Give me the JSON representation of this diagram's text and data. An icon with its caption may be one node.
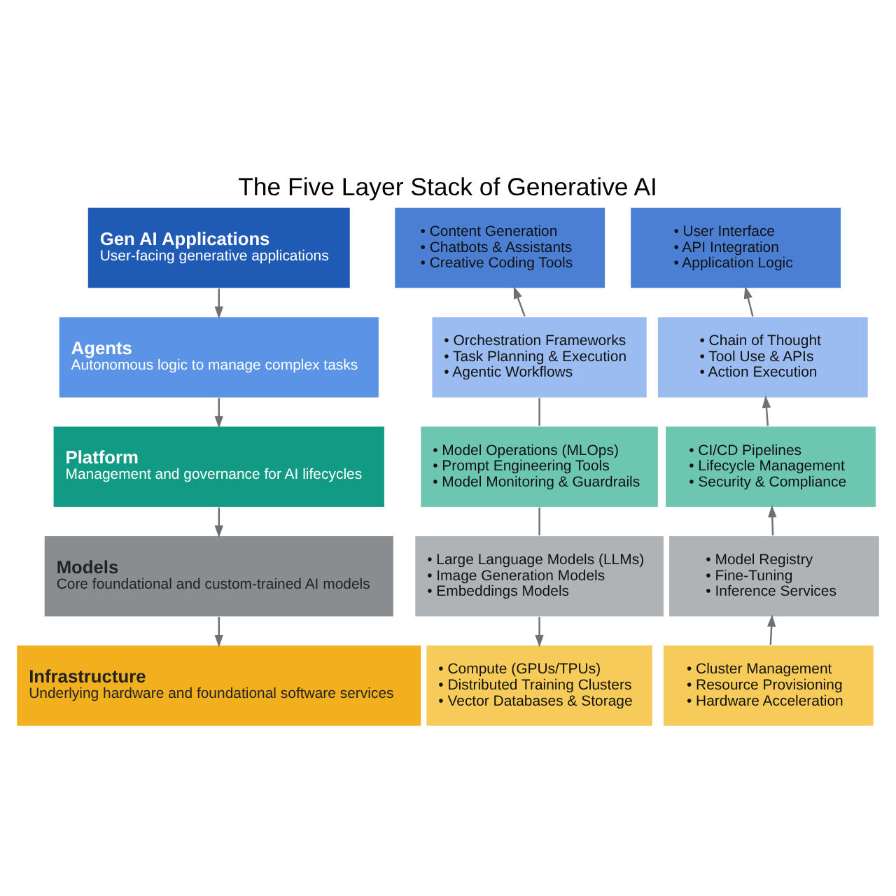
{
  "diagram": {
    "title": "The Five Layer Stack of Generative AI",
    "nodes": [
      {
        "text": [
          "Gen AI Applications",
          "User-facing generative applications"
        ]
      },
      {
        "text": [
          "• Content Generation",
          "• Chatbots & Assistants",
          "• Creative Coding Tools"
        ]
      },
      {
        "text": [
          "• User Interface",
          "• API Integration",
          "• Application Logic"
        ]
      },
      {
        "text": [
          "Agents",
          "Autonomous logic to manage complex tasks"
        ]
      },
      {
        "text": [
          "• Orchestration Frameworks",
          "• Task Planning & Execution",
          "• Agentic Workflows"
        ]
      },
      {
        "text": [
          "• Chain of Thought",
          "• Tool Use & APIs",
          "• Action Execution"
        ]
      },
      {
        "text": [
          "Platform",
          "Management and governance for AI lifecycles"
        ]
      },
      {
        "text": [
          "• Model Operations (MLOps)",
          "• Prompt Engineering Tools",
          "• Model Monitoring & Guardrails"
        ]
      },
      {
        "text": [
          "• CI/CD Pipelines",
          "• Lifecycle Management",
          "• Security & Compliance"
        ]
      },
      {
        "text": [
          "Models",
          "Core foundational and custom-trained AI models"
        ]
      },
      {
        "text": [
          "• Large Language Models (LLMs)",
          "• Image Generation Models",
          "• Embeddings Models"
        ]
      },
      {
        "text": [
          "• Model Registry",
          "• Fine-Tuning",
          "• Inference Services"
        ]
      },
      {
        "text": [
          "Infrastructure",
          "Underlying hardware and foundational software services"
        ]
      },
      {
        "text": [
          "• Compute (GPUs/TPUs)",
          "• Distributed Training Clusters",
          "• Vector Databases & Storage"
        ]
      },
      {
        "text": [
          "• Cluster Management",
          "• Resource Provisioning",
          "• Hardware Acceleration"
        ]
      }
    ],
    "edges": [
      {
        "from": 0,
        "to": 3,
        "arrow": "to"
      },
      {
        "from": 3,
        "to": 6,
        "arrow": "to"
      },
      {
        "from": 6,
        "to": 9,
        "arrow": "to"
      },
      {
        "from": 9,
        "to": 12,
        "arrow": "to"
      },
      {
        "from": 4,
        "to": 1,
        "arrow": "to"
      },
      {
        "from": 4,
        "to": 7,
        "arrow": "none"
      },
      {
        "from": 7,
        "to": 10,
        "arrow": "none"
      },
      {
        "from": 10,
        "to": 13,
        "arrow": "to"
      },
      {
        "from": 5,
        "to": 2,
        "arrow": "to"
      },
      {
        "from": 8,
        "to": 5,
        "arrow": "to"
      },
      {
        "from": 11,
        "to": 8,
        "arrow": "to"
      },
      {
        "from": 14,
        "to": 11,
        "arrow": "to"
      }
    ]
  }
}
